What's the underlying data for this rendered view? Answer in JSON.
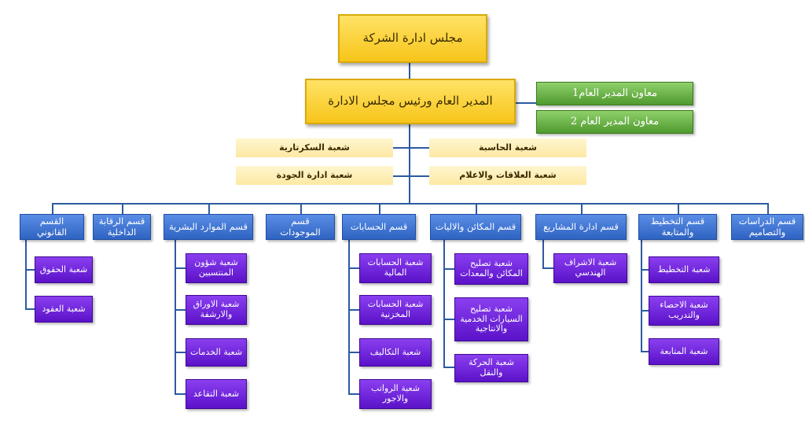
{
  "board": "مجلس ادارة الشركة",
  "general_manager": "المدير العام ورئيس مجلس الادارة",
  "assistants": [
    "معاون المدير العام1",
    "معاون المدير العام 2"
  ],
  "units": {
    "secretariat": "شعبة السكرتارية",
    "computer": "شعبة الحاسبة",
    "quality": "شعبة ادارة الجودة",
    "relations": "شعبة العلاقات والاعلام"
  },
  "departments": [
    {
      "label": "القسم القانوني",
      "sections": [
        "شعبة الحقوق",
        "شعبة العقود"
      ]
    },
    {
      "label": "قسم الرقابة الداخلية",
      "sections": []
    },
    {
      "label": "قسم الموارد البشرية",
      "sections": [
        "شعبة شؤون المنتسبين",
        "شعبة الاوراق والارشفة",
        "شعبة الخدمات",
        "شعبة التقاعد"
      ]
    },
    {
      "label": "قسم الموجودات",
      "sections": []
    },
    {
      "label": "قسم الحسابات",
      "sections": [
        "شعبة الحسابات المالية",
        "شعبة الحسابات المخزنية",
        "شعبة التكاليف",
        "شعبة الرواتب والاجور"
      ]
    },
    {
      "label": "قسم المكائن والاليات",
      "sections": [
        "شعبة تصليح المكائن والمعدات",
        "شعبة تصليح السيارات الخدمية والانتاجية",
        "شعبة الحركة والنقل"
      ]
    },
    {
      "label": "قسم ادارة المشاريع",
      "sections": [
        "شعبة الاشراف الهندسي"
      ]
    },
    {
      "label": "قسم التخطيط والمتابعة",
      "sections": [
        "شعبة التخطيط",
        "شعبة الاحصاء والتدريب",
        "شعبة المتابعة"
      ]
    },
    {
      "label": "قسم الدراسات والتصاميم",
      "sections": []
    }
  ]
}
